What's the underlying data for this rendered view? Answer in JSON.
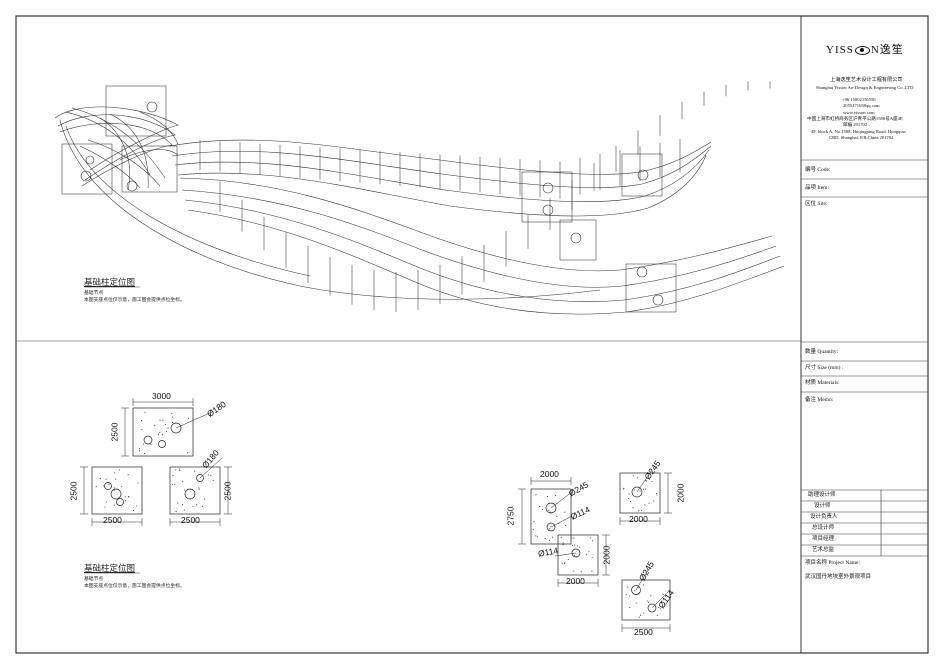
{
  "logo": {
    "text": "YISS",
    "text2": "N逸笙"
  },
  "company": {
    "name_cn": "上海逸笙艺术设计工程有限公司",
    "name_en": "Shanghai Yisson Art Design & Engineering Co.,LTD",
    "phone": "+86 15002156550",
    "qq": "2055471658qq.com",
    "web": "www.yisson.com",
    "addr_cn_1": "中国上海市虹桥商务区沪青平公路1588号A座4F,",
    "addr_cn_2": "邮编 201702",
    "addr_en_1": "4F, block A, No.1588, Huqingping Road, Hongqiao",
    "addr_en_2": "CBD, Shanghai, P.R.China 201702"
  },
  "fields": {
    "code": "编号 Code:",
    "item": "品项 Item:",
    "site": "区位 Site:",
    "quantity": "数量 Quantity:",
    "size": "尺寸 Size (mm) :",
    "materials": "材质 Materials:",
    "memo": "备注 Memo:"
  },
  "roles": [
    "助理设计师",
    "设计师",
    "设计负责人",
    "总设计师",
    "项目经理",
    "艺术总监"
  ],
  "project": {
    "label": "项目名称 Project Name:",
    "value": "武汉国丹地块室外景观项目"
  },
  "captions": {
    "top_title": "基础柱定位图",
    "top_note_1": "基础节点",
    "top_note_2": "本图支座点位仅示意，施工图会提供点位坐标。",
    "bottom_title": "基础柱定位图",
    "bottom_note_1": "基础节点",
    "bottom_note_2": "本图支座点位仅示意，施工图会提供点位坐标。"
  },
  "dimensions": {
    "left_top_w": "3000",
    "left_top_h": "2500",
    "left_top_dia": "Ø180",
    "left_bl_w": "2500",
    "left_bl_h": "2500",
    "left_br_w": "2500",
    "left_br_h": "2500",
    "left_br_dia": "Ø180",
    "right_a_w": "2000",
    "right_a_h": "2750",
    "right_a_dia1": "Ø245",
    "right_a_dia2": "Ø114",
    "right_b_w": "2000",
    "right_b_h": "2000",
    "right_b_dia": "Ø245",
    "right_c_w": "2000",
    "right_c_h": "2000",
    "right_c_dia": "Ø114",
    "right_d_w": "2500",
    "right_d_dia1": "Ø245",
    "right_d_dia2": "Ø114"
  }
}
